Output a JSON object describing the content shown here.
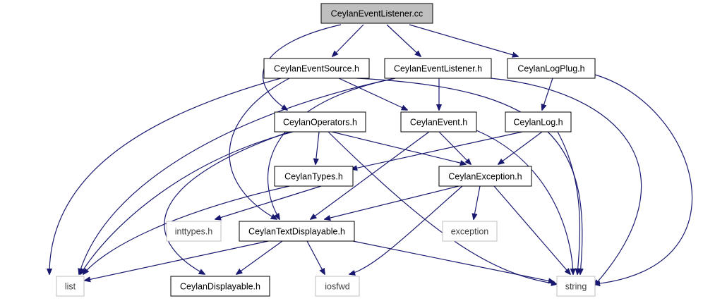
{
  "colors": {
    "edge": "#191970",
    "root_fill": "#bfbfbf",
    "box_fill": "#ffffff",
    "box_stroke": "#000000",
    "system_stroke": "#bfbfbf",
    "background": "#ffffff"
  },
  "nodes": [
    {
      "id": "root",
      "label": "CeylanEventListener.cc",
      "kind": "root"
    },
    {
      "id": "source_h",
      "label": "CeylanEventSource.h",
      "kind": "header"
    },
    {
      "id": "listener_h",
      "label": "CeylanEventListener.h",
      "kind": "header"
    },
    {
      "id": "logplug_h",
      "label": "CeylanLogPlug.h",
      "kind": "header"
    },
    {
      "id": "operators_h",
      "label": "CeylanOperators.h",
      "kind": "header"
    },
    {
      "id": "event_h",
      "label": "CeylanEvent.h",
      "kind": "header"
    },
    {
      "id": "log_h",
      "label": "CeylanLog.h",
      "kind": "header"
    },
    {
      "id": "types_h",
      "label": "CeylanTypes.h",
      "kind": "header"
    },
    {
      "id": "exception_h",
      "label": "CeylanException.h",
      "kind": "header"
    },
    {
      "id": "inttypes_h",
      "label": "inttypes.h",
      "kind": "system"
    },
    {
      "id": "textdisplayable_h",
      "label": "CeylanTextDisplayable.h",
      "kind": "header"
    },
    {
      "id": "exception",
      "label": "exception",
      "kind": "system"
    },
    {
      "id": "list",
      "label": "list",
      "kind": "system"
    },
    {
      "id": "displayable_h",
      "label": "CeylanDisplayable.h",
      "kind": "header"
    },
    {
      "id": "iosfwd",
      "label": "iosfwd",
      "kind": "system"
    },
    {
      "id": "string",
      "label": "string",
      "kind": "system"
    }
  ],
  "edges": [
    {
      "from": "root",
      "to": "source_h"
    },
    {
      "from": "root",
      "to": "listener_h"
    },
    {
      "from": "root",
      "to": "logplug_h"
    },
    {
      "from": "root",
      "to": "operators_h"
    },
    {
      "from": "source_h",
      "to": "list"
    },
    {
      "from": "source_h",
      "to": "event_h"
    },
    {
      "from": "source_h",
      "to": "string"
    },
    {
      "from": "source_h",
      "to": "textdisplayable_h"
    },
    {
      "from": "listener_h",
      "to": "event_h"
    },
    {
      "from": "listener_h",
      "to": "list"
    },
    {
      "from": "listener_h",
      "to": "string"
    },
    {
      "from": "listener_h",
      "to": "textdisplayable_h"
    },
    {
      "from": "logplug_h",
      "to": "log_h"
    },
    {
      "from": "logplug_h",
      "to": "string"
    },
    {
      "from": "operators_h",
      "to": "types_h"
    },
    {
      "from": "operators_h",
      "to": "exception_h"
    },
    {
      "from": "operators_h",
      "to": "list"
    },
    {
      "from": "operators_h",
      "to": "displayable_h"
    },
    {
      "from": "operators_h",
      "to": "string"
    },
    {
      "from": "event_h",
      "to": "exception_h"
    },
    {
      "from": "event_h",
      "to": "textdisplayable_h"
    },
    {
      "from": "event_h",
      "to": "string"
    },
    {
      "from": "log_h",
      "to": "exception_h"
    },
    {
      "from": "log_h",
      "to": "types_h"
    },
    {
      "from": "log_h",
      "to": "string"
    },
    {
      "from": "types_h",
      "to": "inttypes_h"
    },
    {
      "from": "types_h",
      "to": "list"
    },
    {
      "from": "exception_h",
      "to": "textdisplayable_h"
    },
    {
      "from": "exception_h",
      "to": "exception"
    },
    {
      "from": "exception_h",
      "to": "iosfwd"
    },
    {
      "from": "exception_h",
      "to": "string"
    },
    {
      "from": "textdisplayable_h",
      "to": "list"
    },
    {
      "from": "textdisplayable_h",
      "to": "displayable_h"
    },
    {
      "from": "textdisplayable_h",
      "to": "iosfwd"
    },
    {
      "from": "textdisplayable_h",
      "to": "string"
    }
  ]
}
